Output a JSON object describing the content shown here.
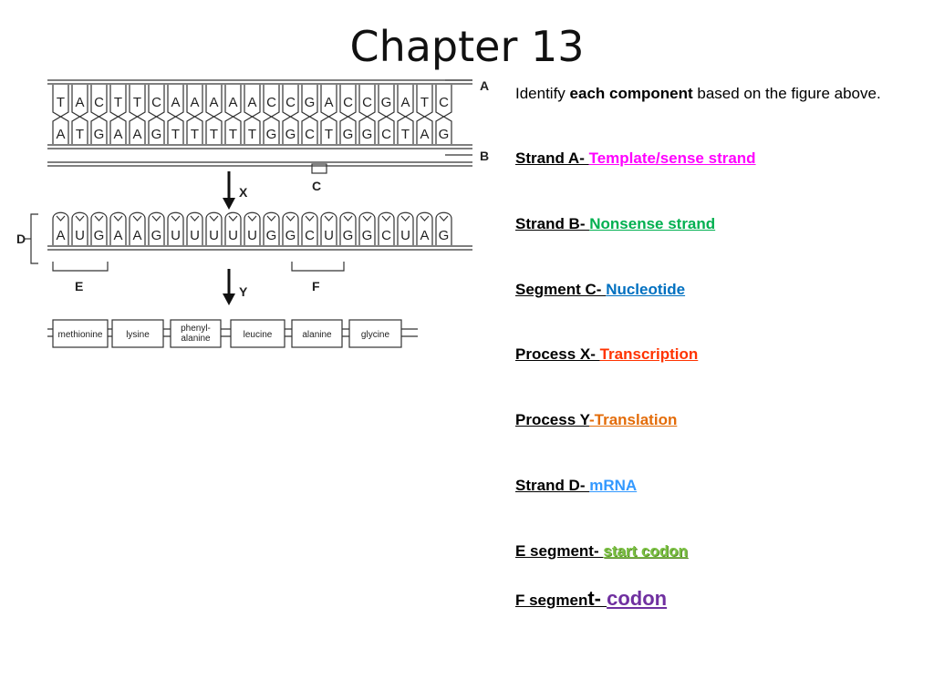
{
  "title": "Chapter 13",
  "figure": {
    "dna_top": [
      "T",
      "A",
      "C",
      "T",
      "T",
      "C",
      "A",
      "A",
      "A",
      "A",
      "A",
      "C",
      "C",
      "G",
      "A",
      "C",
      "C",
      "G",
      "A",
      "T",
      "C"
    ],
    "dna_bottom": [
      "A",
      "T",
      "G",
      "A",
      "A",
      "G",
      "T",
      "T",
      "T",
      "T",
      "T",
      "G",
      "G",
      "C",
      "T",
      "G",
      "G",
      "C",
      "T",
      "A",
      "G"
    ],
    "mrna": [
      "A",
      "U",
      "G",
      "A",
      "A",
      "G",
      "U",
      "U",
      "U",
      "U",
      "U",
      "G",
      "G",
      "C",
      "U",
      "G",
      "G",
      "C",
      "U",
      "A",
      "G"
    ],
    "amino_acids": [
      {
        "lines": [
          "methionine"
        ]
      },
      {
        "lines": [
          "lysine"
        ]
      },
      {
        "lines": [
          "phenyl-",
          "alanine"
        ]
      },
      {
        "lines": [
          "leucine"
        ]
      },
      {
        "lines": [
          "alanine"
        ]
      },
      {
        "lines": [
          "glycine"
        ]
      }
    ],
    "labels": {
      "A": "A",
      "B": "B",
      "C": "C",
      "D": "D",
      "E": "E",
      "F": "F",
      "X": "X",
      "Y": "Y"
    }
  },
  "notes": {
    "intro_pre": "Identify ",
    "intro_bold": "each component",
    "intro_post": " based on the figure above.",
    "items": [
      {
        "label": "Strand A- ",
        "answer": " Template/sense strand"
      },
      {
        "label": "Strand B- ",
        "answer": "Nonsense strand"
      },
      {
        "label": "Segment C- ",
        "answer": "Nucleotide"
      },
      {
        "label": "Process X- ",
        "answer": "Transcription"
      },
      {
        "label": "Process Y",
        "answer": "-Translation"
      },
      {
        "label": "Strand D- ",
        "answer": "mRNA"
      },
      {
        "label": "E segment- ",
        "answer": "start codon"
      },
      {
        "label_a": "F segmen",
        "label_b": "t- ",
        "answer": "codon"
      }
    ],
    "colors": {
      "magenta": "#ff00ff",
      "green": "#00b050",
      "blue": "#0070c0",
      "red": "#ff3300",
      "orange": "#e36c09",
      "lightblue": "#3399ff",
      "startcodon": "#7ac142",
      "purple": "#7030a0"
    }
  }
}
